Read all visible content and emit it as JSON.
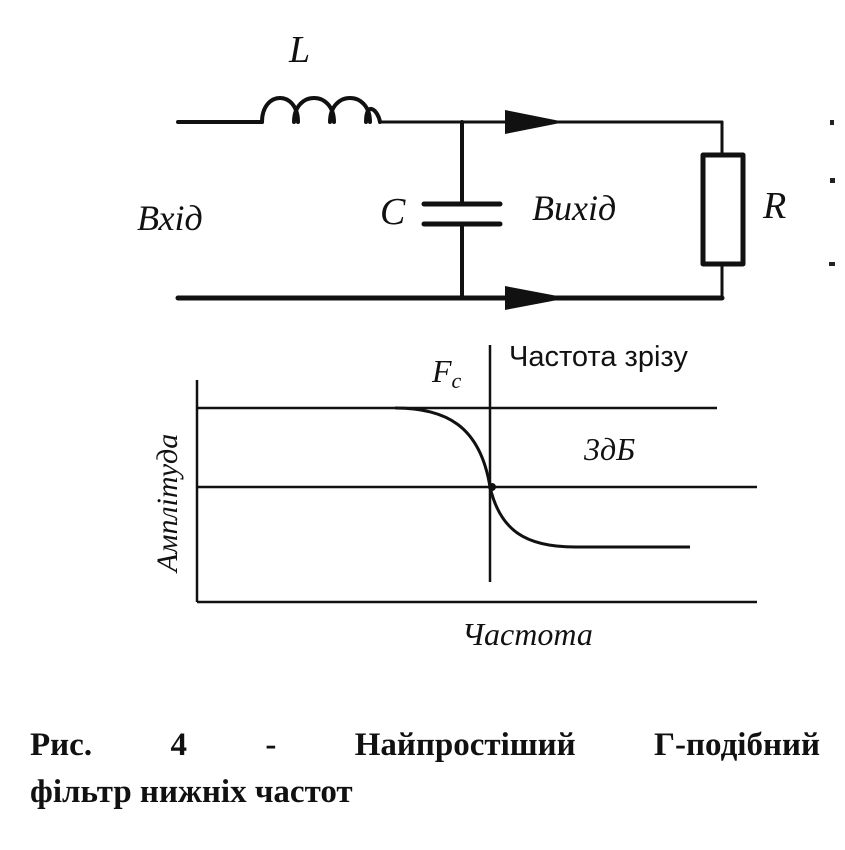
{
  "circuit": {
    "inductor_label": "L",
    "capacitor_label": "C",
    "resistor_label": "R",
    "input_label": "Вхід",
    "output_label": "Вихід"
  },
  "response_plot": {
    "cutoff_marker": "F",
    "cutoff_marker_subscript": "c",
    "cutoff_title": "Частота зрізу",
    "db_label": "3дБ",
    "y_axis_label": "Амплітуда",
    "x_axis_label": "Частота"
  },
  "caption": {
    "prefix": "Рис.",
    "number": "4",
    "dash": "-",
    "word1": "Найпростіший",
    "word2": "Г-подібний",
    "line2": "фільтр нижніх частот"
  },
  "colors": {
    "ink": "#111111",
    "paper": "#ffffff"
  }
}
